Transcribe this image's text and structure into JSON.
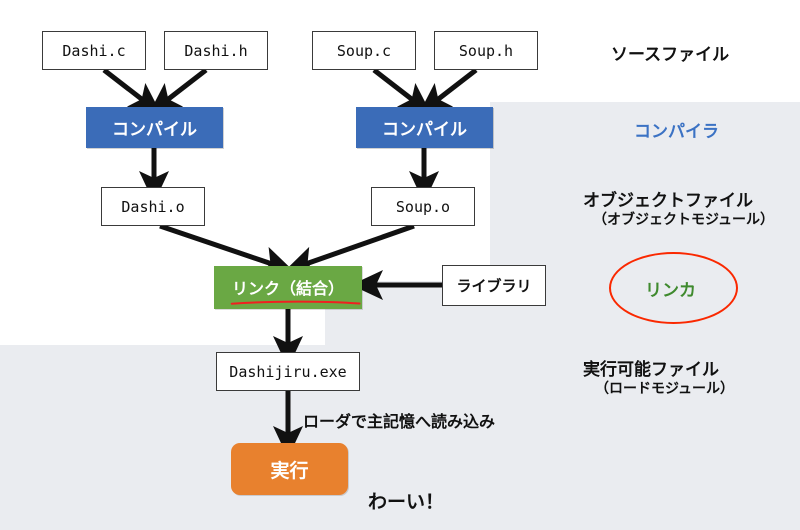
{
  "diagram": {
    "title": "C build pipeline (compile, link, load, run)",
    "colors": {
      "band": "#eaecf0",
      "compile_box": "#3b6cb8",
      "link_box": "#6aa844",
      "exec_box": "#e8812e",
      "compiler_label": "#3b72c4",
      "linker_label": "#3f8a2e",
      "ellipse_stroke": "#fa2800",
      "underline": "#f02020",
      "box_border": "#3a3a3a",
      "arrow": "#111111"
    },
    "source_files": [
      {
        "id": "dashi-c",
        "label": "Dashi.c"
      },
      {
        "id": "dashi-h",
        "label": "Dashi.h"
      },
      {
        "id": "soup-c",
        "label": "Soup.c"
      },
      {
        "id": "soup-h",
        "label": "Soup.h"
      }
    ],
    "compile_steps": [
      {
        "id": "compile-dashi",
        "label": "コンパイル"
      },
      {
        "id": "compile-soup",
        "label": "コンパイル"
      }
    ],
    "object_files": [
      {
        "id": "dashi-o",
        "label": "Dashi.o"
      },
      {
        "id": "soup-o",
        "label": "Soup.o"
      }
    ],
    "link_step": {
      "id": "link",
      "label": "リンク（結合）"
    },
    "library": {
      "id": "library",
      "label": "ライブラリ"
    },
    "executable": {
      "id": "dashijiru-exe",
      "label": "Dashijiru.exe"
    },
    "loader_note": "ローダで主記憶へ読み込み",
    "run_step": {
      "id": "run",
      "label": "実行"
    },
    "cheer": "わーい！",
    "stage_labels": {
      "source": "ソースファイル",
      "compiler": "コンパイラ",
      "object_main": "オブジェクトファイル",
      "object_sub": "（オブジェクトモジュール）",
      "linker": "リンカ",
      "exec_main": "実行可能ファイル",
      "exec_sub": "（ロードモジュール）"
    }
  }
}
